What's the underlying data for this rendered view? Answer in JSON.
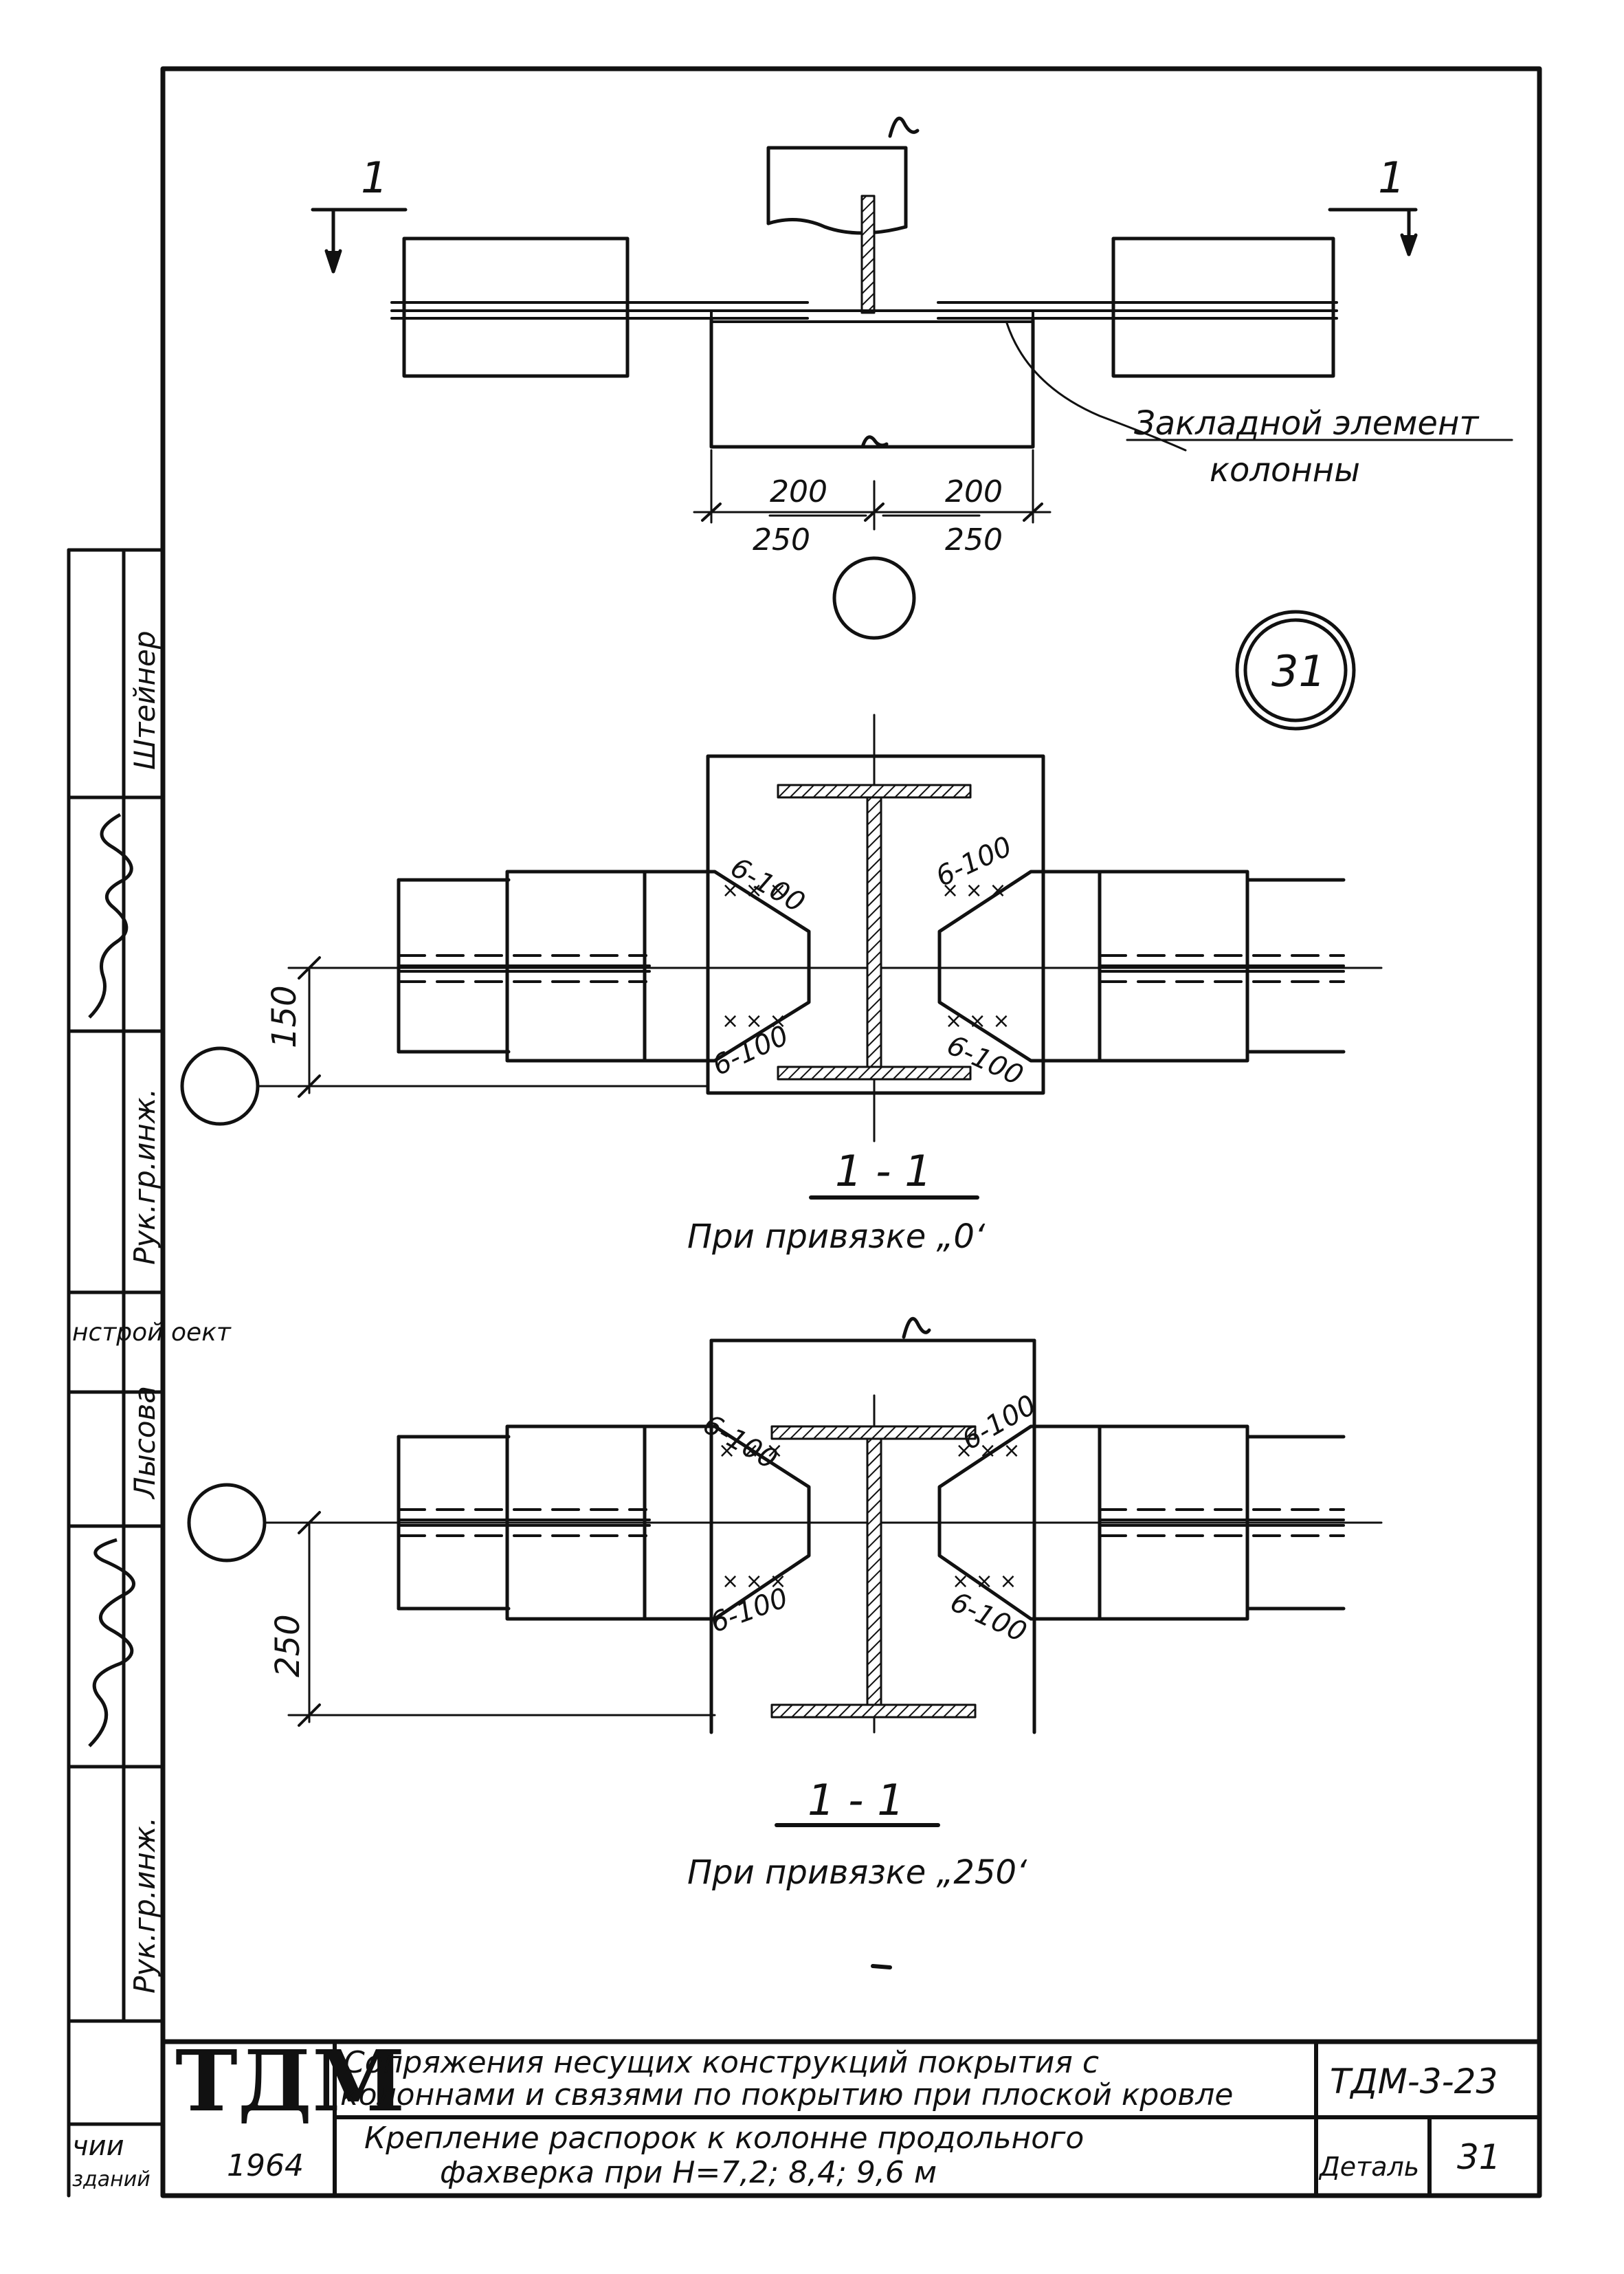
{
  "drawing": {
    "section_mark_top_left": "1",
    "section_mark_top_right": "1",
    "dims_top": {
      "a1": "200",
      "a2": "200",
      "b1": "250",
      "b2": "250"
    },
    "callout_label_line1": "Закладной элемент",
    "callout_label_line2": "колонны",
    "detail_number": "31",
    "weld_label": "6-100",
    "dim_middle": "150",
    "dim_bottom": "250",
    "section_1": {
      "title": "1 - 1",
      "caption": "При привязке „0‘"
    },
    "section_2": {
      "title": "1 - 1",
      "caption": "При привязке „250‘"
    }
  },
  "title_block": {
    "logo": "ТДМ",
    "year": "1964",
    "title_line1": "Сопряжения несущих конструкций покрытия с",
    "title_line2": "колоннами и связями по покрытию при плоской кровле",
    "subtitle_line1": "Крепление распорок к колонне продольного",
    "subtitle_line2": "фахверка при Н=7,2; 8,4; 9,6 м",
    "doc_code": "ТДМ-3-23",
    "detail_label": "Деталь",
    "detail_value": "31"
  },
  "side_stamp": {
    "name_1": "Штейнер",
    "name_3": "Рук.гр.инж.",
    "org": "нстрой оект",
    "name_4": "Лысова",
    "name_6": "Рук.гр.инж.",
    "bottom_1": "чии",
    "bottom_2": "зданий"
  }
}
